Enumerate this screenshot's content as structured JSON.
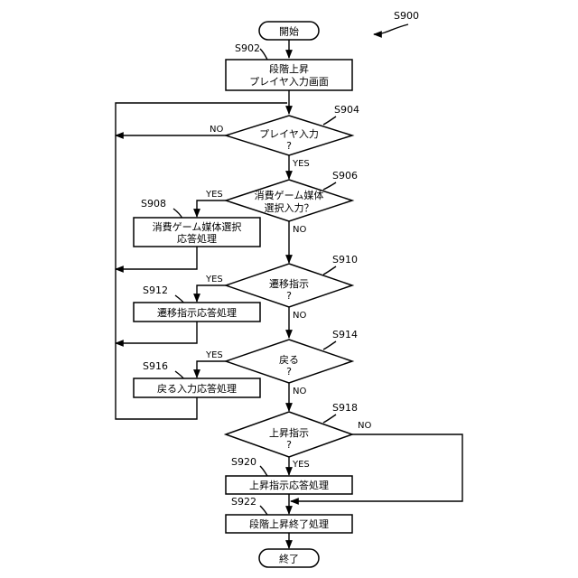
{
  "figure_label": "S900",
  "start": "開始",
  "end": "終了",
  "steps": {
    "s902": {
      "id": "S902",
      "line1": "段階上昇",
      "line2": "プレイヤ入力画面"
    },
    "s904": {
      "id": "S904",
      "line1": "プレイヤ入力",
      "line2": "?"
    },
    "s906": {
      "id": "S906",
      "line1": "消費ゲーム媒体",
      "line2": "選択入力？"
    },
    "s908": {
      "id": "S908",
      "line1": "消費ゲーム媒体選択",
      "line2": "応答処理"
    },
    "s910": {
      "id": "S910",
      "line1": "遷移指示",
      "line2": "?"
    },
    "s912": {
      "id": "S912",
      "line1": "遷移指示応答処理"
    },
    "s914": {
      "id": "S914",
      "line1": "戻る",
      "line2": "?"
    },
    "s916": {
      "id": "S916",
      "line1": "戻る入力応答処理"
    },
    "s918": {
      "id": "S918",
      "line1": "上昇指示",
      "line2": "?"
    },
    "s920": {
      "id": "S920",
      "line1": "上昇指示応答処理"
    },
    "s922": {
      "id": "S922",
      "line1": "段階上昇終了処理"
    }
  },
  "labels": {
    "yes": "YES",
    "no": "NO"
  }
}
